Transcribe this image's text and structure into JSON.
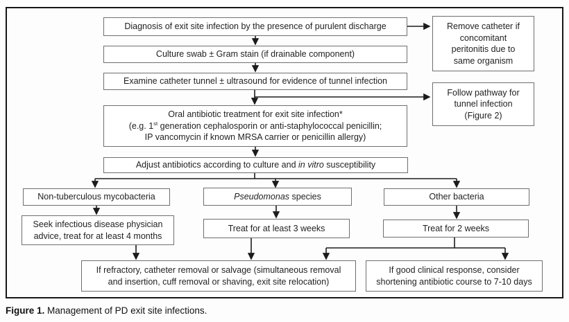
{
  "caption": {
    "bold": "Figure 1.",
    "text": " Management of PD exit site infections."
  },
  "colors": {
    "outer_border": "#161616",
    "box_border": "#6e6e6e",
    "box_fill": "#ffffff",
    "arrow": "#1c1c1c",
    "text": "#1f1f1f"
  },
  "nodes": {
    "diagnosis": "Diagnosis of exit site infection by the presence of purulent discharge",
    "culture": "Culture swab ± Gram stain (if drainable component)",
    "examine": "Examine catheter tunnel ± ultrasound for evidence of tunnel infection",
    "oral": {
      "line1": "Oral antibiotic treatment for exit site infection*",
      "line2_pre": "(e.g. 1",
      "line2_sup": "st",
      "line2_post": " generation cephalosporin or anti-staphylococcal penicillin;",
      "line3": "IP vancomycin if known MRSA carrier or penicillin allergy)"
    },
    "adjust": {
      "pre": "Adjust antibiotics according to culture and ",
      "italic": "in vitro",
      "post": " susceptibility"
    },
    "remove_catheter": {
      "lines": [
        "Remove catheter if",
        "concomitant",
        "peritonitis due to",
        "same organism"
      ]
    },
    "follow_pathway": {
      "lines": [
        "Follow pathway for",
        "tunnel infection",
        "(Figure 2)"
      ]
    },
    "ntm": "Non-tuberculous mycobacteria",
    "pseudomonas": {
      "italic": "Pseudomonas",
      "post": " species"
    },
    "other_bacteria": "Other bacteria",
    "seek": {
      "lines": [
        "Seek infectious disease physician",
        "advice, treat for at least 4 months"
      ]
    },
    "treat3": "Treat for at least 3 weeks",
    "treat2": "Treat for 2 weeks",
    "refractory": {
      "lines": [
        "If refractory, catheter removal or salvage (simultaneous removal",
        "and insertion, cuff removal or shaving, exit site relocation)"
      ]
    },
    "good_response": {
      "lines": [
        "If good clinical response, consider",
        "shortening antibiotic course to 7-10 days"
      ]
    }
  }
}
